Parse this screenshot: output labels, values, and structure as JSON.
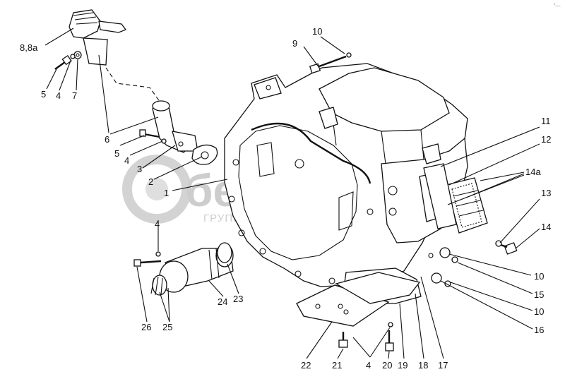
{
  "watermark": {
    "brand": "белагро",
    "tagline": "ГРУППА КОМПАНИЙ"
  },
  "corner_mark": "″—",
  "labels": [
    "8,8a",
    "5",
    "4",
    "7",
    "6",
    "5",
    "4",
    "3",
    "2",
    "1",
    "10",
    "9",
    "11",
    "12",
    "14a",
    "13",
    "14",
    "10",
    "15",
    "10",
    "16",
    "4",
    "26",
    "25",
    "24",
    "23",
    "22",
    "21",
    "4",
    "20",
    "19",
    "18",
    "17"
  ],
  "colors": {
    "ink": "#111111",
    "watermark": "#c8c8c8",
    "background": "#ffffff"
  }
}
